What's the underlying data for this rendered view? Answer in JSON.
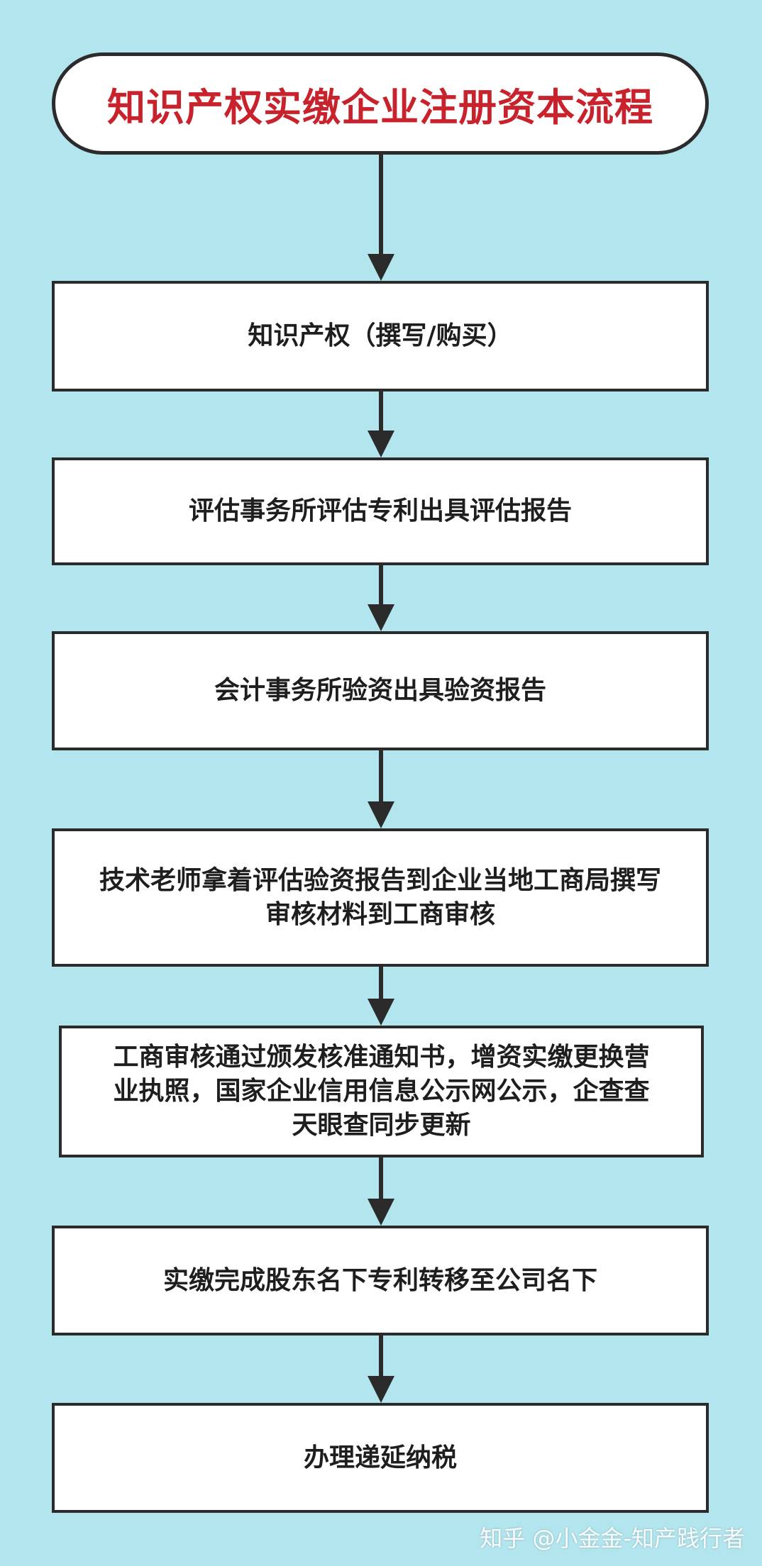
{
  "title": "知识产权实缴企业注册资本流程",
  "steps": [
    "知识产权（撰写/购买）",
    "评估事务所评估专利出具评估报告",
    "会计事务所验资出具验资报告",
    "技术老师拿着评估验资报告到企业当地工商局撰写\n审核材料到工商审核",
    "工商审核通过颁发核准通知书，增资实缴更换营\n业执照，国家企业信用信息公示网公示，企查查\n天眼查同步更新",
    "实缴完成股东名下专利转移至公司名下",
    "办理递延纳税"
  ],
  "watermark": "知乎 @小金金-知产践行者",
  "colors": {
    "background": "#b3e5ee",
    "title_text": "#c8232c",
    "border": "#2b2b2b"
  }
}
